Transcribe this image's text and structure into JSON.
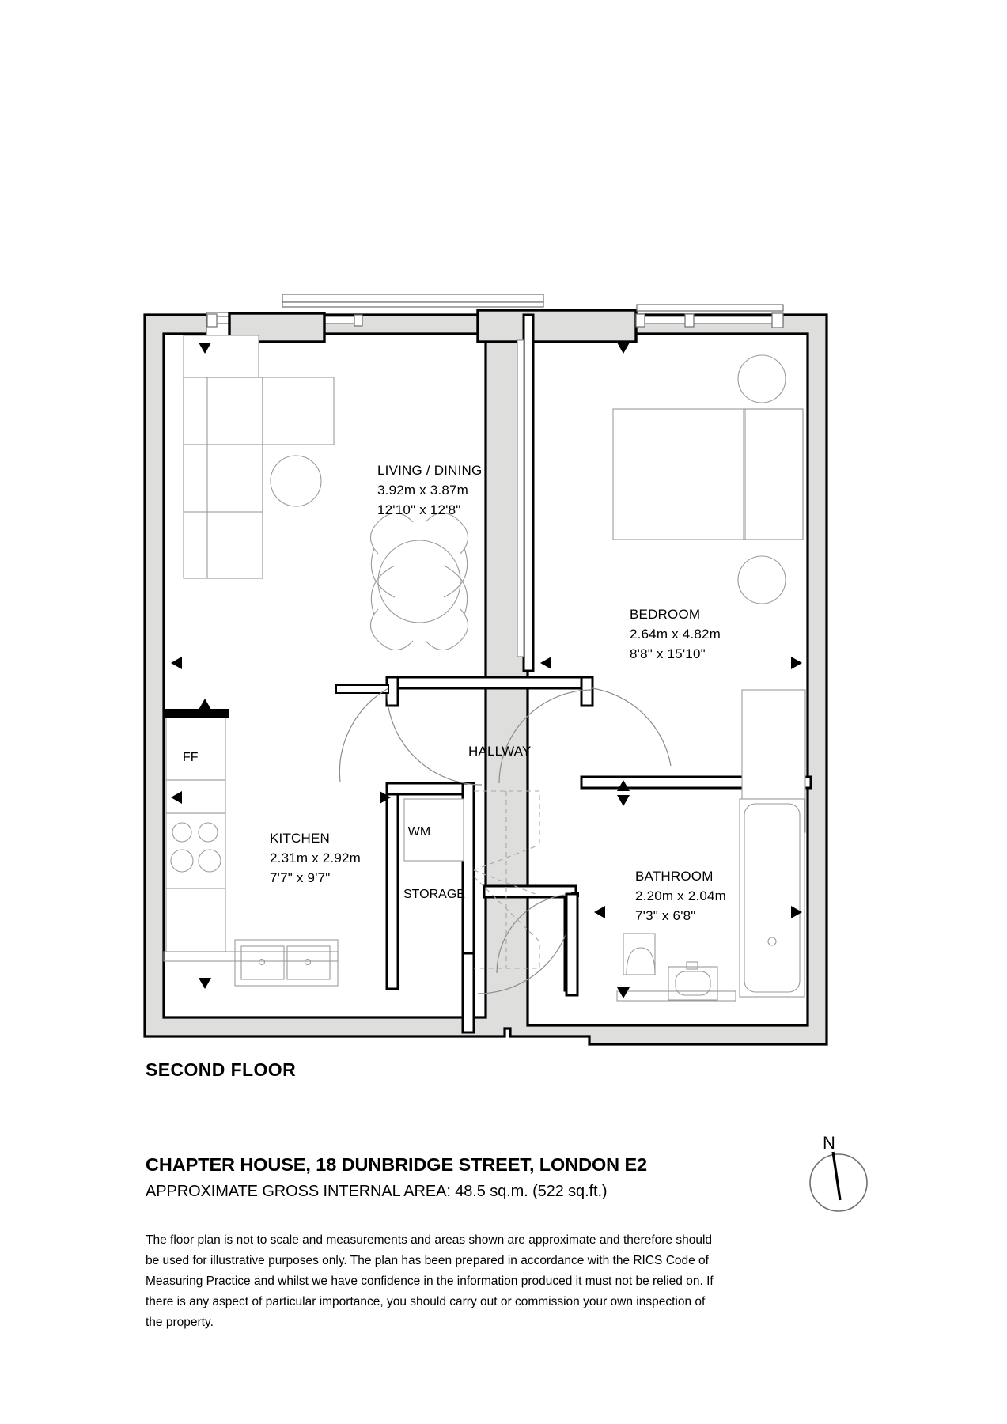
{
  "document": {
    "floor_label": "SECOND FLOOR",
    "address_title": "CHAPTER HOUSE, 18 DUNBRIDGE STREET, LONDON E2",
    "area_line": "APPROXIMATE GROSS INTERNAL AREA: 48.5 sq.m. (522 sq.ft.)",
    "disclaimer_lines": [
      "The floor plan is not to scale and measurements and areas shown are approximate and therefore should",
      "be used for illustrative purposes only. The plan has been prepared in accordance with the RICS Code of",
      "Measuring Practice and whilst we have confidence in the information produced it must not be relied on. If",
      "there is any aspect of particular importance, you should carry out or commission your own inspection of",
      "the property."
    ]
  },
  "compass": {
    "north_label": "N",
    "icon": "compass-rose-icon"
  },
  "rooms": [
    {
      "key": "living_dining",
      "name": "LIVING / DINING",
      "dim_metric": "3.92m x 3.87m",
      "dim_imperial": "12'10\" x 12'8\""
    },
    {
      "key": "bedroom",
      "name": "BEDROOM",
      "dim_metric": "2.64m x 4.82m",
      "dim_imperial": "8'8\" x 15'10\""
    },
    {
      "key": "kitchen",
      "name": "KITCHEN",
      "dim_metric": "2.31m x 2.92m",
      "dim_imperial": "7'7\" x 9'7\""
    },
    {
      "key": "bathroom",
      "name": "BATHROOM",
      "dim_metric": "2.20m x 2.04m",
      "dim_imperial": "7'3\" x 6'8\""
    },
    {
      "key": "hallway",
      "name": "HALLWAY",
      "dim_metric": "",
      "dim_imperial": ""
    },
    {
      "key": "storage",
      "name": "STORAGE",
      "dim_metric": "",
      "dim_imperial": ""
    }
  ],
  "appliances": [
    {
      "key": "fridge_freezer",
      "label": "FF"
    },
    {
      "key": "washing_machine",
      "label": "WM"
    }
  ],
  "colors": {
    "wall_fill": "#dededc",
    "wall_stroke": "#000000",
    "furniture_stroke": "#9a9a9a",
    "page_background": "#ffffff",
    "text": "#000000"
  }
}
